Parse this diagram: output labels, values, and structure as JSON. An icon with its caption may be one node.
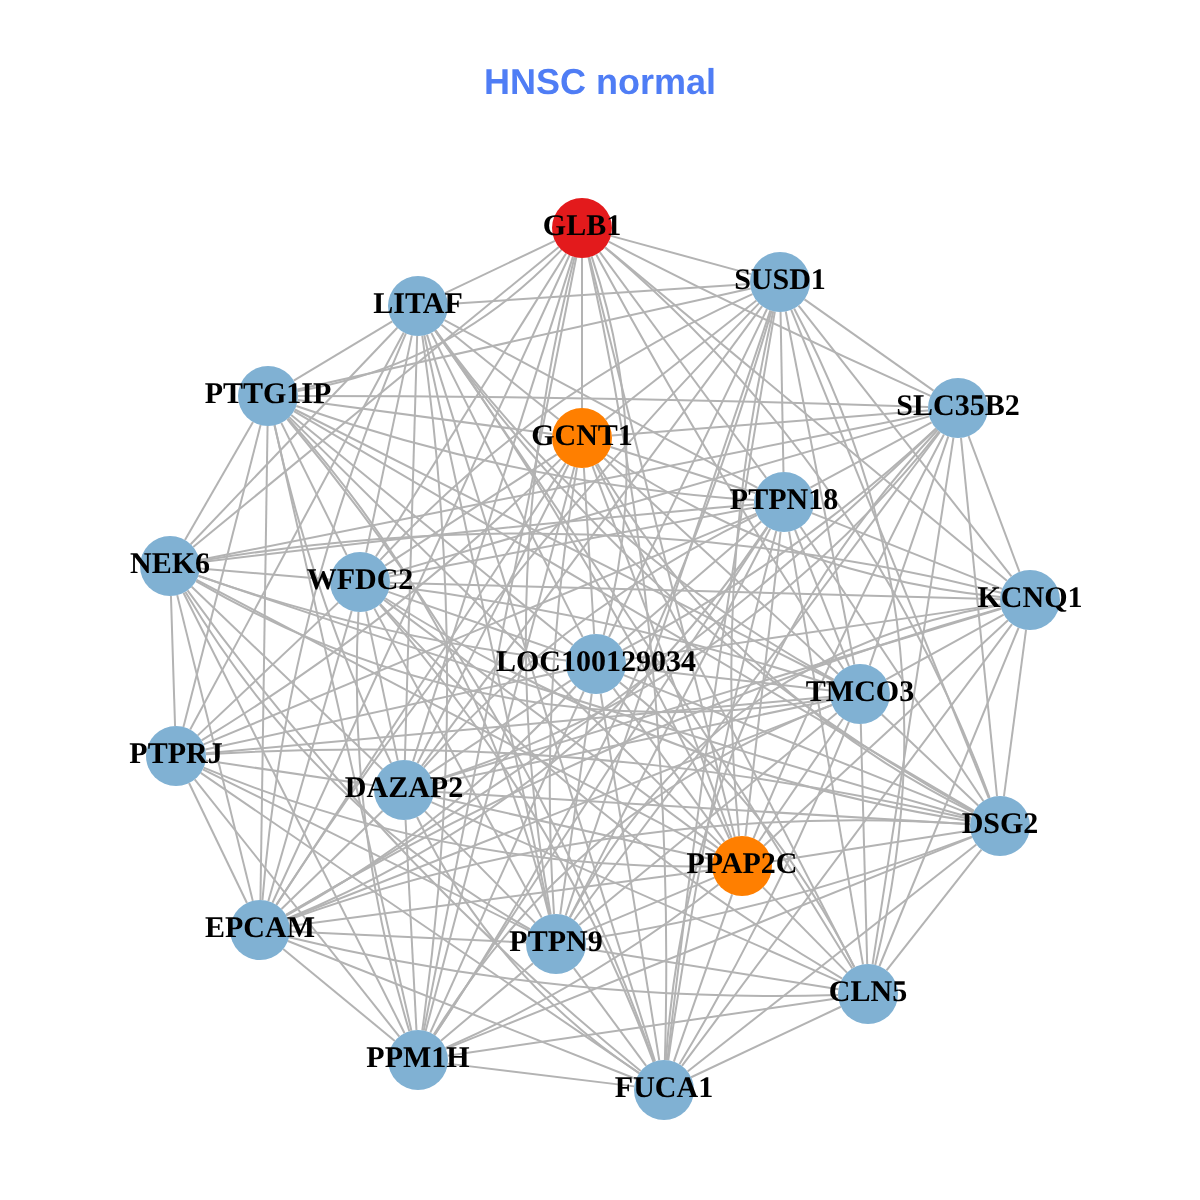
{
  "diagram": {
    "title": "HNSC normal",
    "nodes": [
      {
        "text": [
          "GLB1"
        ]
      },
      {
        "text": [
          "SUSD1"
        ]
      },
      {
        "text": [
          "LITAF"
        ]
      },
      {
        "text": [
          "PTTG1IP"
        ]
      },
      {
        "text": [
          "GCNT1"
        ]
      },
      {
        "text": [
          "SLC35B2"
        ]
      },
      {
        "text": [
          "PTPN18"
        ]
      },
      {
        "text": [
          "NEK6"
        ]
      },
      {
        "text": [
          "WFDC2"
        ]
      },
      {
        "text": [
          "KCNQ1"
        ]
      },
      {
        "text": [
          "LOC100129034"
        ]
      },
      {
        "text": [
          "TMCO3"
        ]
      },
      {
        "text": [
          "PTPRJ"
        ]
      },
      {
        "text": [
          "DAZAP2"
        ]
      },
      {
        "text": [
          "DSG2"
        ]
      },
      {
        "text": [
          "PPAP2C"
        ]
      },
      {
        "text": [
          "EPCAM"
        ]
      },
      {
        "text": [
          "PTPN9"
        ]
      },
      {
        "text": [
          "CLN5"
        ]
      },
      {
        "text": [
          "PPM1H"
        ]
      },
      {
        "text": [
          "FUCA1"
        ]
      }
    ],
    "edges": [
      {
        "from": 0,
        "to": 1,
        "arrow": "none"
      },
      {
        "from": 0,
        "to": 2,
        "arrow": "none"
      },
      {
        "from": 0,
        "to": 3,
        "arrow": "none"
      },
      {
        "from": 0,
        "to": 4,
        "arrow": "none"
      },
      {
        "from": 0,
        "to": 5,
        "arrow": "none"
      },
      {
        "from": 0,
        "to": 6,
        "arrow": "none"
      },
      {
        "from": 0,
        "to": 7,
        "arrow": "none"
      },
      {
        "from": 0,
        "to": 8,
        "arrow": "none"
      },
      {
        "from": 0,
        "to": 9,
        "arrow": "none"
      },
      {
        "from": 0,
        "to": 10,
        "arrow": "none"
      },
      {
        "from": 0,
        "to": 11,
        "arrow": "none"
      },
      {
        "from": 0,
        "to": 13,
        "arrow": "none"
      },
      {
        "from": 0,
        "to": 14,
        "arrow": "none"
      },
      {
        "from": 0,
        "to": 15,
        "arrow": "none"
      },
      {
        "from": 0,
        "to": 16,
        "arrow": "none"
      },
      {
        "from": 0,
        "to": 17,
        "arrow": "none"
      },
      {
        "from": 0,
        "to": 19,
        "arrow": "none"
      },
      {
        "from": 0,
        "to": 20,
        "arrow": "none"
      },
      {
        "from": 1,
        "to": 2,
        "arrow": "none"
      },
      {
        "from": 1,
        "to": 3,
        "arrow": "none"
      },
      {
        "from": 1,
        "to": 4,
        "arrow": "none"
      },
      {
        "from": 1,
        "to": 5,
        "arrow": "none"
      },
      {
        "from": 1,
        "to": 6,
        "arrow": "none"
      },
      {
        "from": 1,
        "to": 8,
        "arrow": "none"
      },
      {
        "from": 1,
        "to": 9,
        "arrow": "none"
      },
      {
        "from": 1,
        "to": 10,
        "arrow": "none"
      },
      {
        "from": 1,
        "to": 11,
        "arrow": "none"
      },
      {
        "from": 1,
        "to": 13,
        "arrow": "none"
      },
      {
        "from": 1,
        "to": 14,
        "arrow": "none"
      },
      {
        "from": 1,
        "to": 15,
        "arrow": "none"
      },
      {
        "from": 1,
        "to": 16,
        "arrow": "none"
      },
      {
        "from": 1,
        "to": 17,
        "arrow": "none"
      },
      {
        "from": 1,
        "to": 18,
        "arrow": "none"
      },
      {
        "from": 1,
        "to": 19,
        "arrow": "none"
      },
      {
        "from": 1,
        "to": 20,
        "arrow": "none"
      },
      {
        "from": 2,
        "to": 3,
        "arrow": "none"
      },
      {
        "from": 2,
        "to": 4,
        "arrow": "none"
      },
      {
        "from": 2,
        "to": 6,
        "arrow": "none"
      },
      {
        "from": 2,
        "to": 7,
        "arrow": "none"
      },
      {
        "from": 2,
        "to": 8,
        "arrow": "none"
      },
      {
        "from": 2,
        "to": 10,
        "arrow": "none"
      },
      {
        "from": 2,
        "to": 11,
        "arrow": "none"
      },
      {
        "from": 2,
        "to": 12,
        "arrow": "none"
      },
      {
        "from": 2,
        "to": 13,
        "arrow": "none"
      },
      {
        "from": 2,
        "to": 14,
        "arrow": "none"
      },
      {
        "from": 2,
        "to": 15,
        "arrow": "none"
      },
      {
        "from": 2,
        "to": 16,
        "arrow": "none"
      },
      {
        "from": 2,
        "to": 17,
        "arrow": "none"
      },
      {
        "from": 2,
        "to": 18,
        "arrow": "none"
      },
      {
        "from": 2,
        "to": 19,
        "arrow": "none"
      },
      {
        "from": 2,
        "to": 20,
        "arrow": "none"
      },
      {
        "from": 3,
        "to": 4,
        "arrow": "none"
      },
      {
        "from": 3,
        "to": 5,
        "arrow": "none"
      },
      {
        "from": 3,
        "to": 6,
        "arrow": "none"
      },
      {
        "from": 3,
        "to": 7,
        "arrow": "none"
      },
      {
        "from": 3,
        "to": 8,
        "arrow": "none"
      },
      {
        "from": 3,
        "to": 10,
        "arrow": "none"
      },
      {
        "from": 3,
        "to": 11,
        "arrow": "none"
      },
      {
        "from": 3,
        "to": 12,
        "arrow": "none"
      },
      {
        "from": 3,
        "to": 13,
        "arrow": "none"
      },
      {
        "from": 3,
        "to": 14,
        "arrow": "none"
      },
      {
        "from": 3,
        "to": 15,
        "arrow": "none"
      },
      {
        "from": 3,
        "to": 16,
        "arrow": "none"
      },
      {
        "from": 3,
        "to": 17,
        "arrow": "none"
      },
      {
        "from": 3,
        "to": 19,
        "arrow": "none"
      },
      {
        "from": 3,
        "to": 20,
        "arrow": "none"
      },
      {
        "from": 4,
        "to": 5,
        "arrow": "none"
      },
      {
        "from": 4,
        "to": 6,
        "arrow": "none"
      },
      {
        "from": 4,
        "to": 8,
        "arrow": "none"
      },
      {
        "from": 4,
        "to": 9,
        "arrow": "none"
      },
      {
        "from": 4,
        "to": 10,
        "arrow": "none"
      },
      {
        "from": 4,
        "to": 11,
        "arrow": "none"
      },
      {
        "from": 4,
        "to": 12,
        "arrow": "none"
      },
      {
        "from": 4,
        "to": 13,
        "arrow": "none"
      },
      {
        "from": 4,
        "to": 14,
        "arrow": "none"
      },
      {
        "from": 4,
        "to": 15,
        "arrow": "none"
      },
      {
        "from": 4,
        "to": 16,
        "arrow": "none"
      },
      {
        "from": 4,
        "to": 17,
        "arrow": "none"
      },
      {
        "from": 4,
        "to": 18,
        "arrow": "none"
      },
      {
        "from": 4,
        "to": 19,
        "arrow": "none"
      },
      {
        "from": 5,
        "to": 6,
        "arrow": "none"
      },
      {
        "from": 5,
        "to": 7,
        "arrow": "none"
      },
      {
        "from": 5,
        "to": 8,
        "arrow": "none"
      },
      {
        "from": 5,
        "to": 9,
        "arrow": "none"
      },
      {
        "from": 5,
        "to": 10,
        "arrow": "none"
      },
      {
        "from": 5,
        "to": 11,
        "arrow": "none"
      },
      {
        "from": 5,
        "to": 13,
        "arrow": "none"
      },
      {
        "from": 5,
        "to": 14,
        "arrow": "none"
      },
      {
        "from": 5,
        "to": 15,
        "arrow": "none"
      },
      {
        "from": 5,
        "to": 16,
        "arrow": "none"
      },
      {
        "from": 5,
        "to": 17,
        "arrow": "none"
      },
      {
        "from": 5,
        "to": 18,
        "arrow": "none"
      },
      {
        "from": 5,
        "to": 20,
        "arrow": "none"
      },
      {
        "from": 6,
        "to": 7,
        "arrow": "none"
      },
      {
        "from": 6,
        "to": 8,
        "arrow": "none"
      },
      {
        "from": 6,
        "to": 9,
        "arrow": "none"
      },
      {
        "from": 6,
        "to": 10,
        "arrow": "none"
      },
      {
        "from": 6,
        "to": 11,
        "arrow": "none"
      },
      {
        "from": 6,
        "to": 12,
        "arrow": "none"
      },
      {
        "from": 6,
        "to": 13,
        "arrow": "none"
      },
      {
        "from": 6,
        "to": 14,
        "arrow": "none"
      },
      {
        "from": 6,
        "to": 15,
        "arrow": "none"
      },
      {
        "from": 6,
        "to": 16,
        "arrow": "none"
      },
      {
        "from": 6,
        "to": 17,
        "arrow": "none"
      },
      {
        "from": 6,
        "to": 18,
        "arrow": "none"
      },
      {
        "from": 6,
        "to": 19,
        "arrow": "none"
      },
      {
        "from": 6,
        "to": 20,
        "arrow": "none"
      },
      {
        "from": 7,
        "to": 8,
        "arrow": "none"
      },
      {
        "from": 7,
        "to": 9,
        "arrow": "none"
      },
      {
        "from": 7,
        "to": 10,
        "arrow": "none"
      },
      {
        "from": 7,
        "to": 11,
        "arrow": "none"
      },
      {
        "from": 7,
        "to": 12,
        "arrow": "none"
      },
      {
        "from": 7,
        "to": 13,
        "arrow": "none"
      },
      {
        "from": 7,
        "to": 14,
        "arrow": "none"
      },
      {
        "from": 7,
        "to": 15,
        "arrow": "none"
      },
      {
        "from": 7,
        "to": 16,
        "arrow": "none"
      },
      {
        "from": 7,
        "to": 17,
        "arrow": "none"
      },
      {
        "from": 7,
        "to": 19,
        "arrow": "none"
      },
      {
        "from": 7,
        "to": 20,
        "arrow": "none"
      },
      {
        "from": 8,
        "to": 9,
        "arrow": "none"
      },
      {
        "from": 8,
        "to": 10,
        "arrow": "none"
      },
      {
        "from": 8,
        "to": 11,
        "arrow": "none"
      },
      {
        "from": 8,
        "to": 12,
        "arrow": "none"
      },
      {
        "from": 8,
        "to": 13,
        "arrow": "none"
      },
      {
        "from": 8,
        "to": 14,
        "arrow": "none"
      },
      {
        "from": 8,
        "to": 15,
        "arrow": "none"
      },
      {
        "from": 8,
        "to": 16,
        "arrow": "none"
      },
      {
        "from": 8,
        "to": 17,
        "arrow": "none"
      },
      {
        "from": 8,
        "to": 18,
        "arrow": "none"
      },
      {
        "from": 8,
        "to": 19,
        "arrow": "none"
      },
      {
        "from": 8,
        "to": 20,
        "arrow": "none"
      },
      {
        "from": 9,
        "to": 10,
        "arrow": "none"
      },
      {
        "from": 9,
        "to": 11,
        "arrow": "none"
      },
      {
        "from": 9,
        "to": 13,
        "arrow": "none"
      },
      {
        "from": 9,
        "to": 14,
        "arrow": "none"
      },
      {
        "from": 9,
        "to": 15,
        "arrow": "none"
      },
      {
        "from": 9,
        "to": 16,
        "arrow": "none"
      },
      {
        "from": 9,
        "to": 17,
        "arrow": "none"
      },
      {
        "from": 9,
        "to": 18,
        "arrow": "none"
      },
      {
        "from": 9,
        "to": 20,
        "arrow": "none"
      },
      {
        "from": 10,
        "to": 11,
        "arrow": "none"
      },
      {
        "from": 10,
        "to": 12,
        "arrow": "none"
      },
      {
        "from": 10,
        "to": 13,
        "arrow": "none"
      },
      {
        "from": 10,
        "to": 14,
        "arrow": "none"
      },
      {
        "from": 10,
        "to": 15,
        "arrow": "none"
      },
      {
        "from": 10,
        "to": 16,
        "arrow": "none"
      },
      {
        "from": 10,
        "to": 17,
        "arrow": "none"
      },
      {
        "from": 10,
        "to": 18,
        "arrow": "none"
      },
      {
        "from": 10,
        "to": 19,
        "arrow": "none"
      },
      {
        "from": 10,
        "to": 20,
        "arrow": "none"
      },
      {
        "from": 11,
        "to": 12,
        "arrow": "none"
      },
      {
        "from": 11,
        "to": 13,
        "arrow": "none"
      },
      {
        "from": 11,
        "to": 14,
        "arrow": "none"
      },
      {
        "from": 11,
        "to": 15,
        "arrow": "none"
      },
      {
        "from": 11,
        "to": 16,
        "arrow": "none"
      },
      {
        "from": 11,
        "to": 17,
        "arrow": "none"
      },
      {
        "from": 11,
        "to": 18,
        "arrow": "none"
      },
      {
        "from": 11,
        "to": 19,
        "arrow": "none"
      },
      {
        "from": 11,
        "to": 20,
        "arrow": "none"
      },
      {
        "from": 12,
        "to": 13,
        "arrow": "none"
      },
      {
        "from": 12,
        "to": 14,
        "arrow": "none"
      },
      {
        "from": 12,
        "to": 15,
        "arrow": "none"
      },
      {
        "from": 12,
        "to": 16,
        "arrow": "none"
      },
      {
        "from": 12,
        "to": 17,
        "arrow": "none"
      },
      {
        "from": 12,
        "to": 19,
        "arrow": "none"
      },
      {
        "from": 12,
        "to": 20,
        "arrow": "none"
      },
      {
        "from": 13,
        "to": 14,
        "arrow": "none"
      },
      {
        "from": 13,
        "to": 15,
        "arrow": "none"
      },
      {
        "from": 13,
        "to": 16,
        "arrow": "none"
      },
      {
        "from": 13,
        "to": 17,
        "arrow": "none"
      },
      {
        "from": 13,
        "to": 18,
        "arrow": "none"
      },
      {
        "from": 13,
        "to": 19,
        "arrow": "none"
      },
      {
        "from": 13,
        "to": 20,
        "arrow": "none"
      },
      {
        "from": 14,
        "to": 15,
        "arrow": "none"
      },
      {
        "from": 14,
        "to": 16,
        "arrow": "none"
      },
      {
        "from": 14,
        "to": 17,
        "arrow": "none"
      },
      {
        "from": 14,
        "to": 18,
        "arrow": "none"
      },
      {
        "from": 14,
        "to": 19,
        "arrow": "none"
      },
      {
        "from": 14,
        "to": 20,
        "arrow": "none"
      },
      {
        "from": 15,
        "to": 16,
        "arrow": "none"
      },
      {
        "from": 15,
        "to": 17,
        "arrow": "none"
      },
      {
        "from": 15,
        "to": 18,
        "arrow": "none"
      },
      {
        "from": 15,
        "to": 19,
        "arrow": "none"
      },
      {
        "from": 15,
        "to": 20,
        "arrow": "none"
      },
      {
        "from": 16,
        "to": 17,
        "arrow": "none"
      },
      {
        "from": 16,
        "to": 18,
        "arrow": "none"
      },
      {
        "from": 16,
        "to": 19,
        "arrow": "none"
      },
      {
        "from": 16,
        "to": 20,
        "arrow": "none"
      },
      {
        "from": 17,
        "to": 18,
        "arrow": "none"
      },
      {
        "from": 17,
        "to": 19,
        "arrow": "none"
      },
      {
        "from": 17,
        "to": 20,
        "arrow": "none"
      },
      {
        "from": 18,
        "to": 19,
        "arrow": "none"
      },
      {
        "from": 18,
        "to": 20,
        "arrow": "none"
      },
      {
        "from": 19,
        "to": 20,
        "arrow": "none"
      }
    ]
  }
}
